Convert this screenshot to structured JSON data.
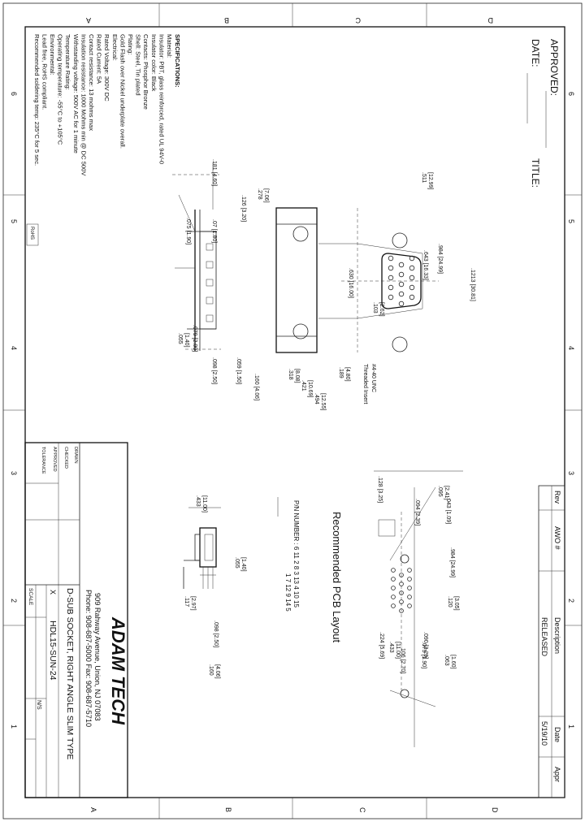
{
  "zones": {
    "letters": [
      "A",
      "B",
      "C",
      "D"
    ],
    "numbers": [
      "6",
      "5",
      "4",
      "3",
      "2",
      "1"
    ]
  },
  "approvals": {
    "approved_label": "APPROVED:",
    "date_label": "DATE:",
    "title_label": "TITLE:"
  },
  "specifications": {
    "heading": "SPECIFICATIONS:",
    "lines": [
      "Material:",
      "Insulator: PBT, glass reinforced, rated UL 94V-0",
      "Insulator color: Black",
      "Contacts: Phosphor Bronze",
      "Shell: Steel, Tin plated",
      "Plating:",
      "Gold Flash over Nickel underplate overall.",
      "Electrical:",
      "Rated Voltage: 300V DC",
      "Rated Current: 5A",
      "Contact resistance: 13 mohms max",
      "Insulation resistance: 1000 Mohms min @ DC 500V",
      "Withstanding voltage: 500V AC for 1 minute",
      "Temperature Rating:",
      "Operating temperature: -55°C to +105°C",
      "Environmental:",
      "Lead free, RoHS compliant.",
      "Recommended soldering temp: 235°C for 5 sec."
    ],
    "rohs": "RoHS"
  },
  "dims_side": [
    ".511\n[12.99]",
    ".181 [4.60]",
    ".278\n[7.06]",
    ".126 [3.20]",
    ".07 [1.80]",
    ".075 [1.90]",
    ".055\n[1.40]",
    ".098 [2.50]",
    ".160 [4.06]",
    ".059 [1.50]",
    ".079 [2.00]"
  ],
  "dims_front": [
    ".1213 [30.81]",
    ".984 [24.99]",
    ".643 [16.33]",
    ".630 [16.00]",
    ".103\n[2.62]",
    ".318\n[8.08]",
    ".421\n[10.69]",
    ".494\n[12.55]",
    ".189\n[4.80]"
  ],
  "front_notes": [
    "#4-40 UNC",
    "Threaded Insert"
  ],
  "dims_pcb": [
    ".043 [1.09]",
    ".095\n[2.41]",
    ".094 [2.39]",
    ".128 [3.25]",
    ".984 [24.99]",
    ".120\n[3.05]",
    ".090 [2.29]",
    ".224 [5.69]",
    ".433\n[11.00]",
    ".063\n[1.60]",
    ".075 [1.90]",
    ".106 [2.70]"
  ],
  "dims_end": [
    ".433\n[11.00]",
    ".055\n[1.40]",
    ".098 [2.50]",
    ".117\n[2.97]",
    ".160\n[4.06]"
  ],
  "pcb_layout": {
    "title": "Recommended PCB Layout",
    "pin_numbers": "P/N NUMBER : 6  11  2  8  3  13  4  10  15",
    "pin_row2": "1  7  12  9  14  5"
  },
  "revision": {
    "headers": {
      "rev": "Rev",
      "awo": "AWO #",
      "description": "Description",
      "date": "Date",
      "appr": "Appr"
    },
    "rows": [
      {
        "rev": "",
        "awo": "",
        "description": "RELEASED",
        "date": "5/19/10",
        "appr": ""
      }
    ]
  },
  "title_block": {
    "company": "ADAM TECH",
    "address": "909 Rahway Avenue, Union, NJ 07083",
    "phone": "Phone: 908-687-5000  Fax: 908-687-5710",
    "description": "D-SUB SOCKET, RIGHT ANGLE SLIM TYPE",
    "part_number": "HDL15-SUN-24",
    "scale_label": "SCALE",
    "scale_value": "N/S",
    "x_mark": "X",
    "drawn_labels": [
      "DRAWN",
      "CHECKED",
      "APPROVED",
      "TOLERANCE"
    ]
  }
}
